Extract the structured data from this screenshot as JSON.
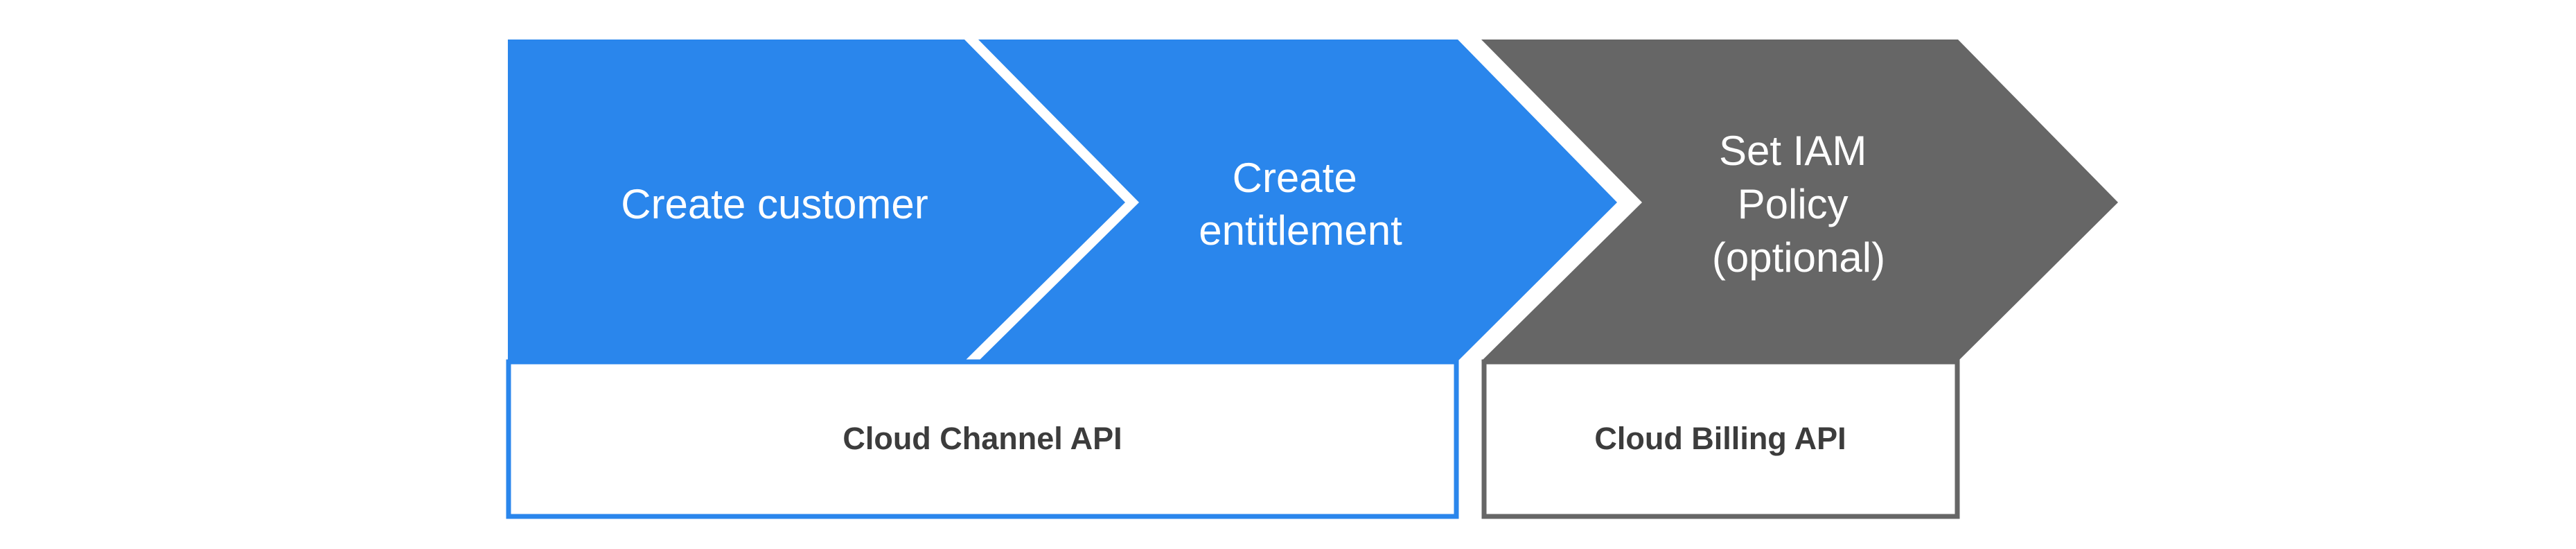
{
  "steps": [
    {
      "label": "Create customer"
    },
    {
      "label_line1": "Create",
      "label_line2": "entitlement"
    },
    {
      "label_line1": "Set IAM",
      "label_line2": "Policy",
      "label_line3": "(optional)"
    }
  ],
  "apis": [
    {
      "label": "Cloud Channel API"
    },
    {
      "label": "Cloud Billing API"
    }
  ],
  "colors": {
    "blue": "#2a86ec",
    "gray": "#666666",
    "white": "#ffffff"
  }
}
